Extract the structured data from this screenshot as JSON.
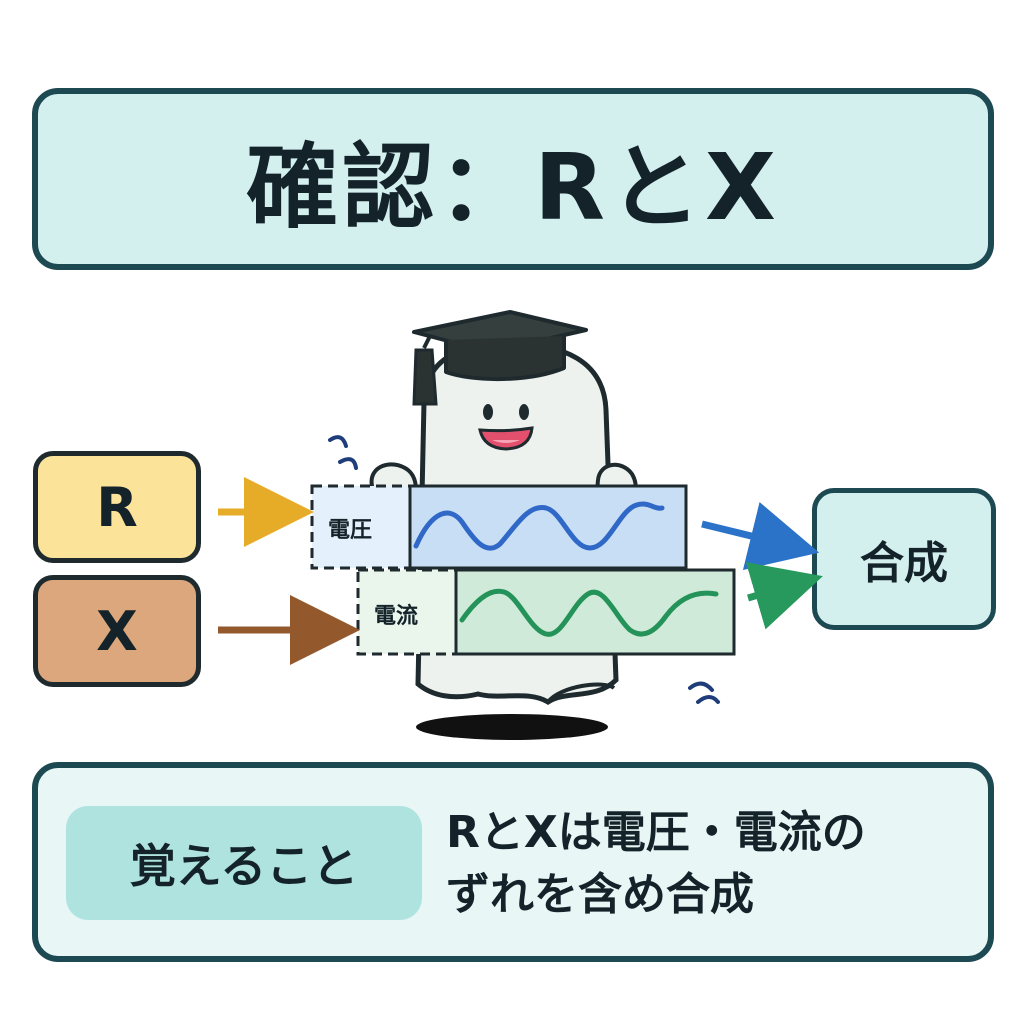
{
  "title": "確認：RとX",
  "inputs": {
    "r_label": "R",
    "x_label": "X"
  },
  "waves": {
    "voltage_label": "電圧",
    "current_label": "電流"
  },
  "output": {
    "label": "合成"
  },
  "summary": {
    "tag": "覚えること",
    "line1": "RとXは電圧・電流の",
    "line2": "ずれを含め合成"
  },
  "colors": {
    "r_fill": "#fbe39a",
    "x_fill": "#dca77c",
    "voltage_wave": "#2f68c6",
    "current_wave": "#23935a",
    "r_arrow": "#e6ac28",
    "x_arrow": "#93582c",
    "out_arrow_top": "#2a73c8",
    "out_arrow_bottom": "#27995c"
  }
}
